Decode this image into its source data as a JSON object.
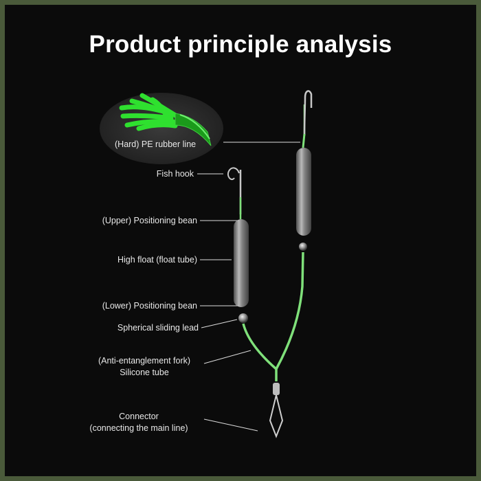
{
  "title": "Product principle analysis",
  "labels": {
    "pe_line": "(Hard) PE rubber line",
    "fish_hook": "Fish hook",
    "upper_bean": "(Upper) Positioning bean",
    "high_float": "High float (float tube)",
    "lower_bean": "(Lower) Positioning bean",
    "sliding_lead": "Spherical sliding lead",
    "fork_line1": "(Anti-entanglement fork)",
    "fork_line2": "Silicone tube",
    "connector_line1": "Connector",
    "connector_line2": "(connecting the main line)"
  },
  "colors": {
    "background": "#0b0b0b",
    "frame": "#4a5a3a",
    "line_green": "#7fe07a",
    "text": "#e8e8e8"
  }
}
